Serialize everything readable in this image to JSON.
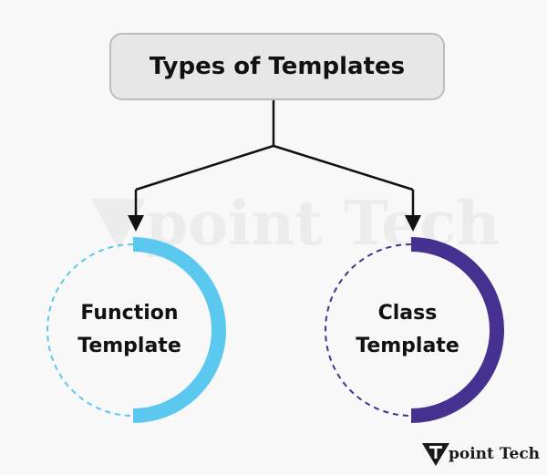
{
  "title": "Types of Templates",
  "nodes": [
    {
      "line1": "Function",
      "line2": "Template",
      "color": "#5bc8ef"
    },
    {
      "line1": "Class",
      "line2": "Template",
      "color": "#45318f"
    }
  ],
  "watermark": "point Tech",
  "logo_text": "point Tech",
  "connector_color": "#111111",
  "title_box_fill": "#e7e7e7",
  "title_box_border": "#bdbdbd"
}
